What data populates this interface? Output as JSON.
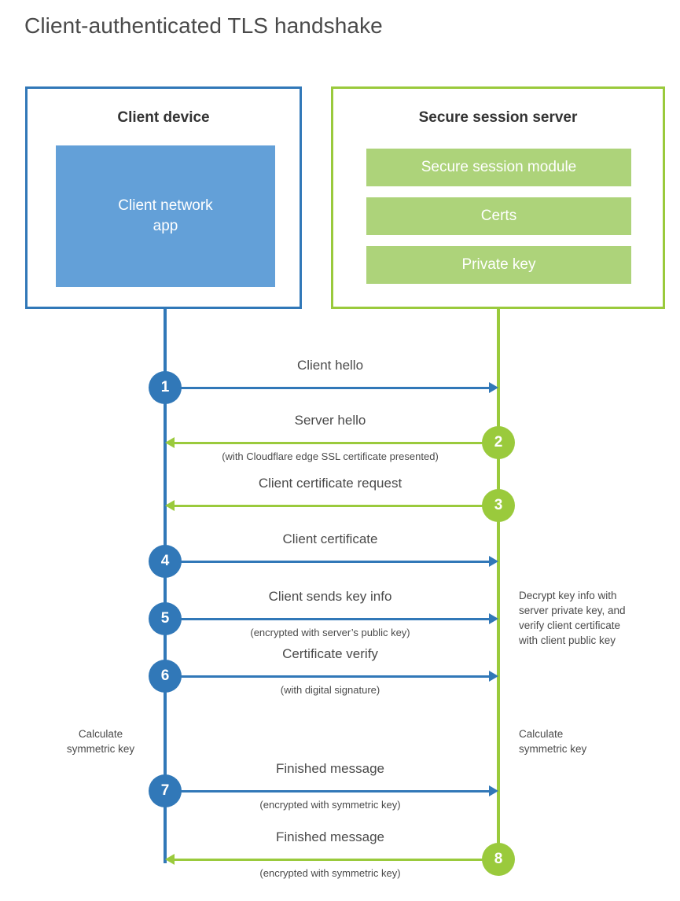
{
  "title": "Client-authenticated TLS handshake",
  "participants": {
    "client": {
      "name": "client-device",
      "title": "Client device",
      "block_label": "Client network\napp",
      "border_color": "#3178B8",
      "block_color": "#63A0D8"
    },
    "server": {
      "name": "secure-session-server",
      "title": "Secure session server",
      "border_color": "#9ACA3C",
      "block_color": "#ADD37A",
      "blocks": [
        {
          "label": "Secure session module"
        },
        {
          "label": "Certs"
        },
        {
          "label": "Private key"
        }
      ]
    }
  },
  "lifelines": {
    "client_color": "#3178B8",
    "server_color": "#9ACA3C"
  },
  "steps": [
    {
      "number": "1",
      "label": "Client hello",
      "sublabel": "",
      "direction": "client-to-server",
      "color": "#3178B8"
    },
    {
      "number": "2",
      "label": "Server hello",
      "sublabel": "(with Cloudflare edge SSL certificate presented)",
      "direction": "server-to-client",
      "color": "#9ACA3C"
    },
    {
      "number": "3",
      "label": "Client certificate request",
      "sublabel": "",
      "direction": "server-to-client",
      "color": "#9ACA3C"
    },
    {
      "number": "4",
      "label": "Client certificate",
      "sublabel": "",
      "direction": "client-to-server",
      "color": "#3178B8"
    },
    {
      "number": "5",
      "label": "Client sends key info",
      "sublabel": "(encrypted with server’s public key)",
      "direction": "client-to-server",
      "color": "#3178B8"
    },
    {
      "number": "6",
      "label": "Certificate verify",
      "sublabel": "(with digital signature)",
      "direction": "client-to-server",
      "color": "#3178B8"
    },
    {
      "number": "7",
      "label": "Finished message",
      "sublabel": "(encrypted with symmetric key)",
      "direction": "client-to-server",
      "color": "#3178B8"
    },
    {
      "number": "8",
      "label": "Finished message",
      "sublabel": "(encrypted with symmetric key)",
      "direction": "server-to-client",
      "color": "#9ACA3C"
    }
  ],
  "annotations": {
    "decrypt_note": "Decrypt key info with\nserver private key, and\nverify client certificate\nwith client public key",
    "client_symmetric_note": "Calculate\nsymmetric key",
    "server_symmetric_note": "Calculate\nsymmetric key"
  }
}
